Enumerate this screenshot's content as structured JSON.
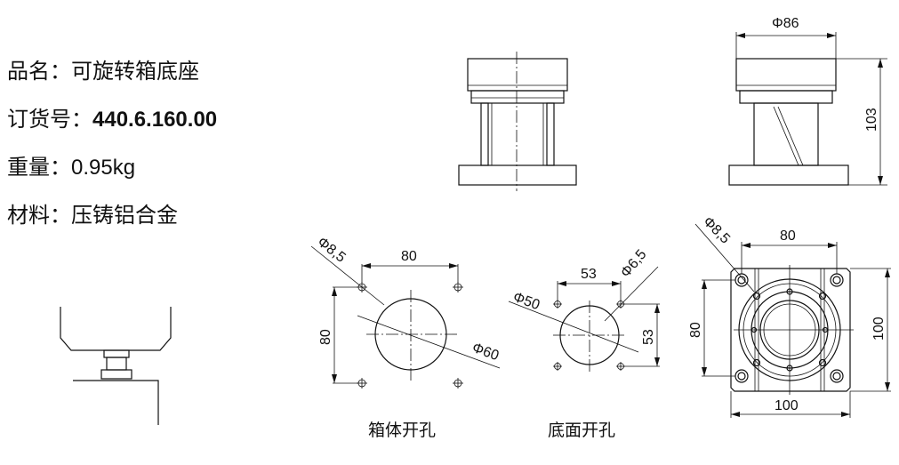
{
  "specs": {
    "name_label": "品名：",
    "name_value": "可旋转箱底座",
    "order_label": "订货号：",
    "order_value": "440.6.160.00",
    "weight_label": "重量：",
    "weight_value": "0.95kg",
    "material_label": "材料：",
    "material_value": "压铸铝合金"
  },
  "drawing": {
    "side_diameter": "Φ86",
    "side_height": "103",
    "box_hole_dia": "Φ8,5",
    "box_hole_spacing_h": "80",
    "box_hole_spacing_v": "80",
    "box_center_dia": "Φ60",
    "box_caption": "箱体开孔",
    "bottom_hole_dia": "Φ6,5",
    "bottom_spacing_h": "53",
    "bottom_spacing_v": "53",
    "bottom_center_dia": "Φ50",
    "bottom_caption": "底面开孔",
    "plan_hole_dia": "Φ8,5",
    "plan_spacing_top": "80",
    "plan_spacing_left": "80",
    "plan_width": "100",
    "plan_height": "100"
  }
}
